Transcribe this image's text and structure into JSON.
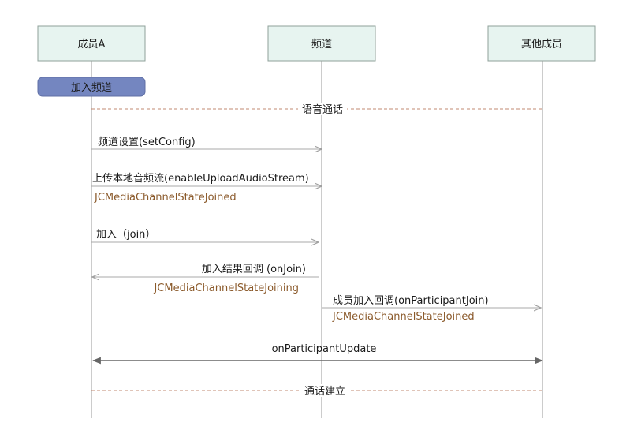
{
  "participants": {
    "member_a": "成员A",
    "channel": "频道",
    "others": "其他成员"
  },
  "join_box": "加入频道",
  "sections": {
    "voice_call": "语音通话",
    "call_established": "通话建立"
  },
  "messages": {
    "set_config": "频道设置(setConfig)",
    "upload_audio": "上传本地音频流(enableUploadAudioStream)",
    "upload_audio_state": "JCMediaChannelStateJoined",
    "join": "加入（join）",
    "on_join": "加入结果回调 (onJoin)",
    "on_join_state": "JCMediaChannelStateJoining",
    "on_participant_join": "成员加入回调(onParticipantJoin)",
    "on_participant_join_state": "JCMediaChannelStateJoined",
    "on_participant_update": "onParticipantUpdate"
  },
  "colors": {
    "header_fill": "#e7f4f0",
    "header_stroke": "#8fa09a",
    "join_box_fill": "#7486c0",
    "lifeline": "#9a9a9a",
    "arrow": "#a9a9a9",
    "dashed": "#c08870",
    "state_text": "#8b5a2b"
  }
}
